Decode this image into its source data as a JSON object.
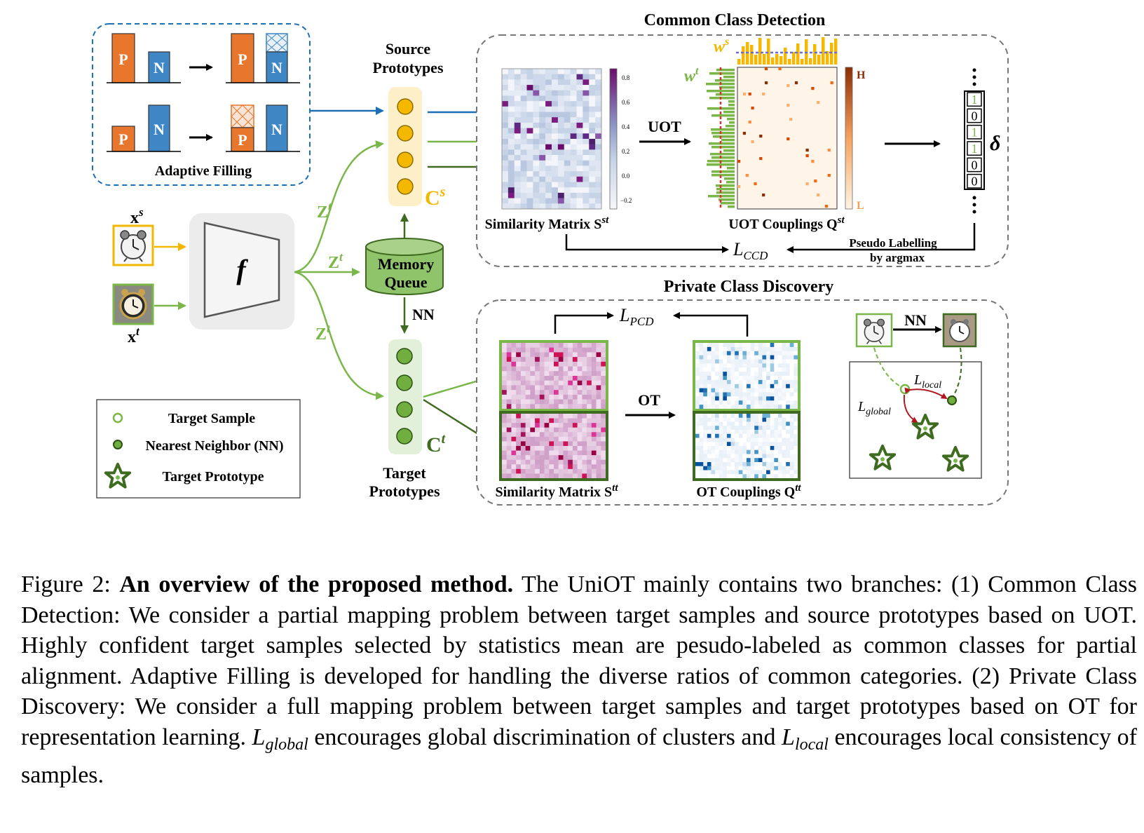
{
  "diagram": {
    "adaptive_filling": {
      "title": "Adaptive Filling",
      "p_label": "P",
      "n_label": "N",
      "colors": {
        "p": "#e8762d",
        "n": "#3f86c5",
        "border": "#1f6fb5"
      }
    },
    "source_prototypes": {
      "title_line1": "Source",
      "title_line2": "Prototypes",
      "symbol": "C",
      "sup": "s"
    },
    "target_prototypes": {
      "title_line1": "Target",
      "title_line2": "Prototypes",
      "symbol": "C",
      "sup": "t"
    },
    "encoder": {
      "symbol": "f"
    },
    "inputs": {
      "source": {
        "symbol": "x",
        "sup": "s"
      },
      "target": {
        "symbol": "x",
        "sup": "t"
      }
    },
    "features": {
      "symbol": "Z",
      "sup": "t"
    },
    "memory_queue": {
      "line1": "Memory",
      "line2": "Queue"
    },
    "nn_label": "NN",
    "ccd": {
      "title": "Common Class Detection",
      "similarity_label": "Similarity Matrix",
      "similarity_symbol": "S",
      "similarity_sup": "st",
      "colorbar_ticks": [
        "0.8",
        "0.6",
        "0.4",
        "0.2",
        "0.0",
        "−0.2"
      ],
      "uot_label": "UOT",
      "couplings_label": "UOT Couplings",
      "couplings_symbol": "Q",
      "couplings_sup": "st",
      "high_label": "H",
      "low_label": "L",
      "ws_symbol": "w",
      "ws_sup": "s",
      "wt_symbol": "w",
      "wt_sup": "t",
      "pseudo_vector": [
        "1",
        "0",
        "1",
        "1",
        "0",
        "0"
      ],
      "delta_symbol": "δ",
      "loss_symbol": "L",
      "loss_sub": "CCD",
      "pseudo_line1": "Pseudo Labelling",
      "pseudo_line2": "by argmax"
    },
    "pcd": {
      "title": "Private Class Discovery",
      "loss_symbol": "L",
      "loss_sub": "PCD",
      "ot_label": "OT",
      "similarity_label": "Similarity Matrix",
      "similarity_symbol": "S",
      "similarity_sup": "tt",
      "couplings_label": "OT Couplings",
      "couplings_symbol": "Q",
      "couplings_sup": "tt",
      "nn_label": "NN",
      "local_symbol": "L",
      "local_sub": "local",
      "global_symbol": "L",
      "global_sub": "global"
    },
    "legend": {
      "items": [
        "Target Sample",
        "Nearest Neighbor (NN)",
        "Target Prototype"
      ]
    },
    "colors": {
      "light_green": "#7ab648",
      "dark_green": "#3e6b1f",
      "orange": "#f0a500",
      "blue_arrow": "#1f6fb5",
      "dark_red": "#b0171f"
    }
  },
  "caption": {
    "prefix": "Figure 2: ",
    "bold": "An overview of the proposed method.",
    "text1": " The UniOT mainly contains two branches: (1) Common Class Detection:  We consider a partial mapping problem between target samples and source prototypes based on UOT. Highly confident target samples selected by statistics mean are pesudo-labeled as common classes for partial alignment. Adaptive Filling is developed for handling the diverse ratios of common categories. (2) Private Class Discovery: We consider a full mapping problem between target samples and target prototypes based on OT for representation learning. ",
    "global_symbol": "L",
    "global_sub": "global",
    "text2": " encourages global discrimination of clusters and ",
    "local_symbol": "L",
    "local_sub": "local",
    "text3": " encourages local consistency of samples."
  }
}
